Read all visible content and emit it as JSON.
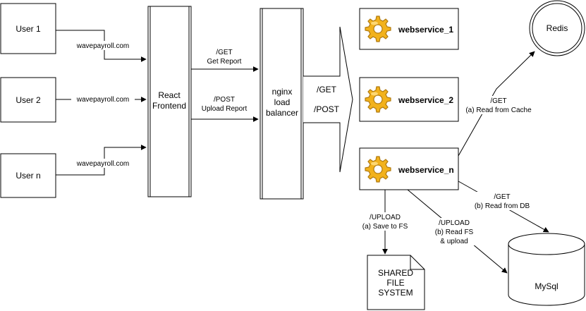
{
  "users": {
    "user1": "User 1",
    "user2": "User 2",
    "usern": "User n",
    "url": "wavepayroll.com"
  },
  "frontend": {
    "line1": "React",
    "line2": "Frontend"
  },
  "frontend_to_lb": {
    "get_method": "/GET",
    "get_desc": "Get Report",
    "post_method": "/POST",
    "post_desc": "Upload Report"
  },
  "load_balancer": {
    "line1": "nginx",
    "line2": "load",
    "line3": "balancer"
  },
  "lb_to_services": {
    "get": "/GET",
    "post": "/POST"
  },
  "services": {
    "svc1": "webservice_1",
    "svc2": "webservice_2",
    "svcn": "webservice_n",
    "icon": "gear-icon"
  },
  "redis": {
    "label": "Redis",
    "edge_method": "/GET",
    "edge_desc": "(a) Read from Cache"
  },
  "mysql": {
    "label": "MySql",
    "edge_method": "/GET",
    "edge_desc": "(b) Read from DB"
  },
  "upload_fs": {
    "method": "/UPLOAD",
    "desc": "(a) Save to FS"
  },
  "upload_db": {
    "method": "/UPLOAD",
    "desc1": "(b) Read FS",
    "desc2": "& upload"
  },
  "shared_fs": {
    "line1": "SHARED",
    "line2": "FILE",
    "line3": "SYSTEM"
  },
  "colors": {
    "gear_fill": "#f2b21c",
    "gear_stroke": "#b07a10",
    "stroke": "#000000"
  }
}
